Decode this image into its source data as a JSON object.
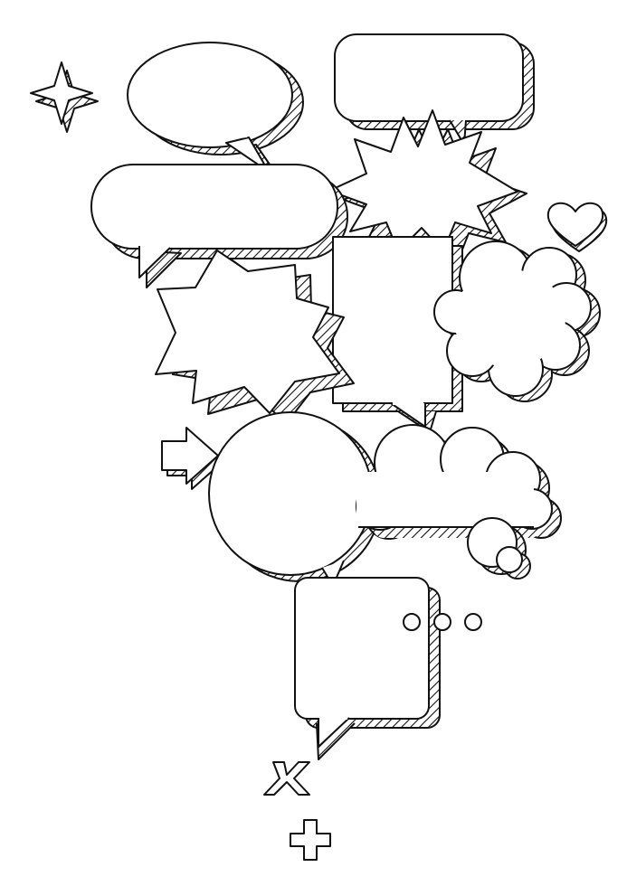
{
  "colors": {
    "background": "#ffffff",
    "stroke": "#111111",
    "bubble_fill": "#ffffff",
    "hatch": "#111111"
  },
  "illustration": {
    "style": "line-art comic speech bubbles with hatched drop shadows",
    "elements": [
      "oval-speech-bubble",
      "rounded-rect-speech-bubble-top",
      "sparkle-star-icon",
      "starburst-bubble-top",
      "pill-speech-bubble",
      "heart-icon",
      "spiky-starburst-bubble",
      "tall-rect-speech-bubble",
      "cloud-thought-bubble-right",
      "arrow-right-icon",
      "circle-speech-bubble",
      "cloud-thought-bubble-center",
      "square-speech-bubble-bottom",
      "ellipsis-dots",
      "cross-x-icon",
      "plus-icon"
    ]
  }
}
